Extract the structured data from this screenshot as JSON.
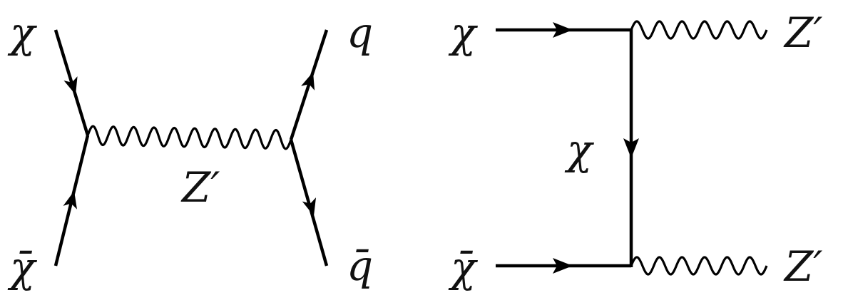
{
  "diagrams": [
    {
      "kind": "s-channel annihilation",
      "labels": {
        "in_top": "χ",
        "in_bottom": "χ̄",
        "out_top": "q",
        "out_bottom": "q̄",
        "mediator": "Z′"
      }
    },
    {
      "kind": "t-channel annihilation",
      "labels": {
        "in_top": "χ",
        "in_bottom": "χ̄",
        "propagator": "χ",
        "out_top": "Z′",
        "out_bottom": "Z′"
      }
    }
  ]
}
